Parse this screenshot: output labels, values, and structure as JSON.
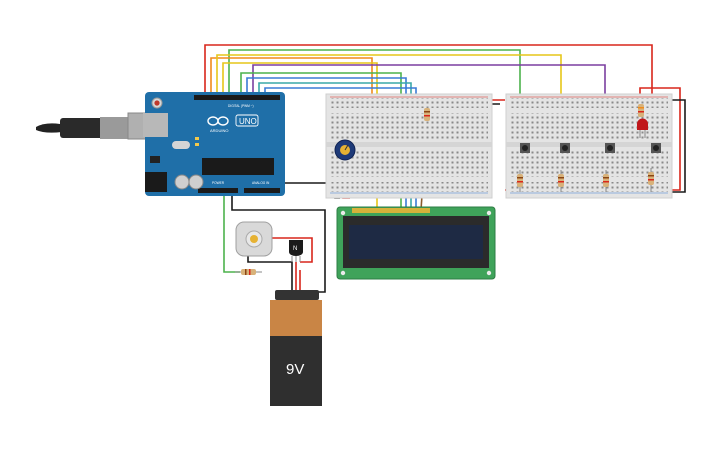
{
  "arduino": {
    "logo_text": "ARDUINO",
    "model_text": "UNO",
    "digital_label": "DIGITAL (PWM ~)",
    "power_label": "POWER",
    "analog_label": "ANALOG IN"
  },
  "battery": {
    "voltage_label": "9V"
  },
  "transistor": {
    "label": "N"
  },
  "colors": {
    "arduino_board": "#1f6fa8",
    "breadboard": "#e4e4e4",
    "lcd_pcb": "#3fa35a",
    "lcd_screen": "#1e2a44",
    "battery_top": "#c98545",
    "battery_body": "#2f2f2f",
    "wire_red": "#d9261c",
    "wire_black": "#1a1a1a",
    "wire_green": "#4cb24c",
    "wire_yellow": "#e6c619",
    "wire_purple": "#7b3fa0",
    "wire_orange": "#f08a1c",
    "wire_blue": "#3a7bd5",
    "wire_teal": "#3aa8a8",
    "wire_brown": "#8b5a2b",
    "led": "#c0161a"
  }
}
